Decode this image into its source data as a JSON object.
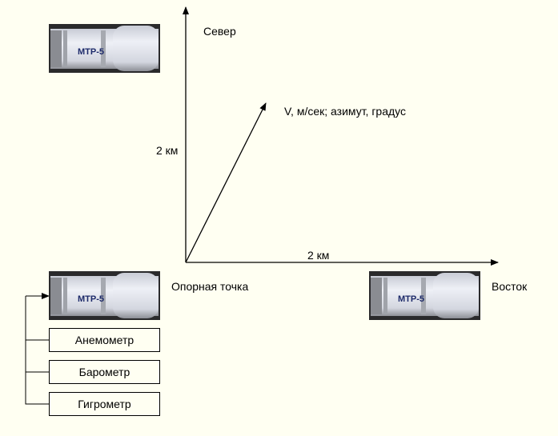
{
  "axes": {
    "north_label": "Север",
    "east_label": "Восток",
    "vertical_distance": "2 км",
    "horizontal_distance": "2 км",
    "vector_label": "V, м/сек; азимут, градус"
  },
  "devices": [
    {
      "model": "MTP-5",
      "position": "north"
    },
    {
      "model": "MTP-5",
      "position": "reference",
      "caption": "Опорная точка"
    },
    {
      "model": "MTP-5",
      "position": "east"
    }
  ],
  "sensors": [
    "Анемометр",
    "Барометр",
    "Гигрометр"
  ]
}
